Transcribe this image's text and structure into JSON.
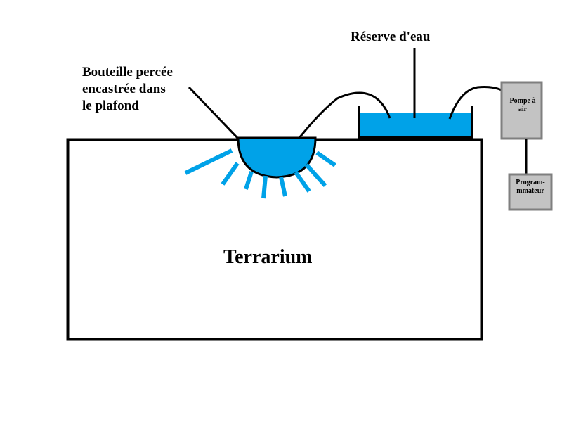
{
  "labels": {
    "bottle_line1": "Bouteille percée",
    "bottle_line2": "encastrée dans",
    "bottle_line3": "le plafond",
    "reserve": "Réserve d'eau",
    "terrarium": "Terrarium",
    "pump_line1": "Pompe à",
    "pump_line2": "air",
    "programmer_line1": "Program-",
    "programmer_line2": "mmateur"
  },
  "colors": {
    "water": "#00a2e8",
    "box_gray": "#c3c3c3",
    "box_border": "#7f7f7f",
    "outline": "#000000"
  }
}
